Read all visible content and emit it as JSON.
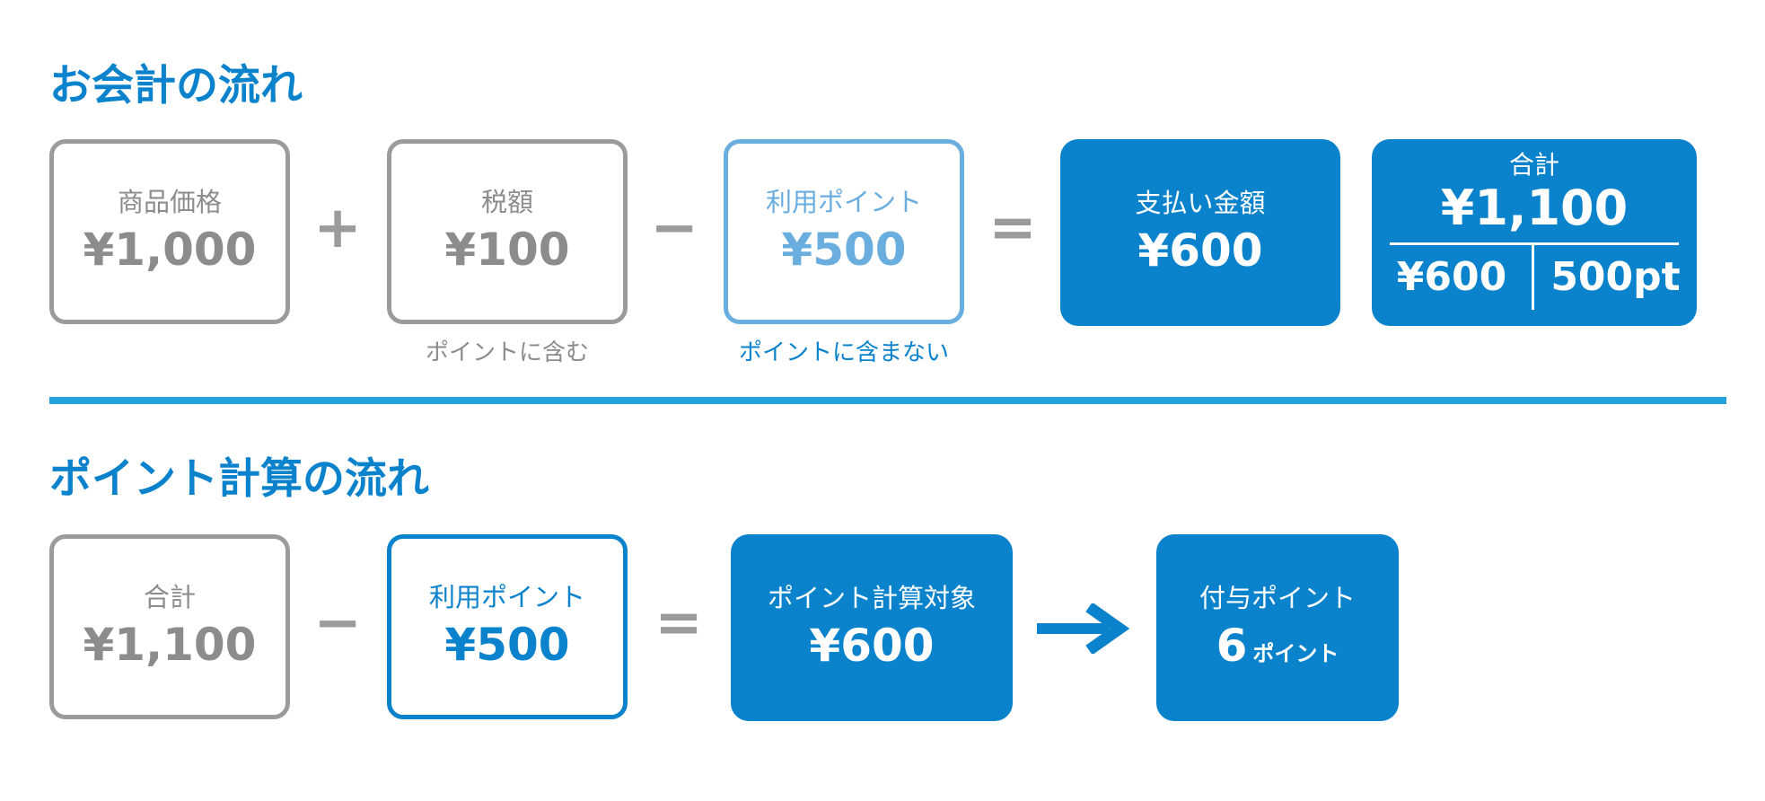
{
  "colors": {
    "primary_blue": "#0a82cc",
    "light_blue": "#6aaee0",
    "gray": "#9b9b9b",
    "divider": "#22a3de"
  },
  "section1": {
    "title": "お会計の流れ",
    "box1": {
      "label": "商品価格",
      "value": "¥1,000"
    },
    "op1": "+",
    "box2": {
      "label": "税額",
      "value": "¥100",
      "note": "ポイントに含む"
    },
    "op2": "−",
    "box3": {
      "label": "利用ポイント",
      "value": "¥500",
      "note": "ポイントに含まない"
    },
    "op3": "=",
    "box4": {
      "label": "支払い金額",
      "value": "¥600"
    },
    "box5": {
      "label": "合計",
      "value": "¥1,100",
      "split_left": "¥600",
      "split_right": "500pt"
    }
  },
  "section2": {
    "title": "ポイント計算の流れ",
    "box1": {
      "label": "合計",
      "value": "¥1,100"
    },
    "op1": "−",
    "box2": {
      "label": "利用ポイント",
      "value": "¥500"
    },
    "op2": "=",
    "box3": {
      "label": "ポイント計算対象",
      "value": "¥600"
    },
    "arrow_icon": "arrow-right-icon",
    "box4": {
      "label": "付与ポイント",
      "value_number": "6",
      "value_unit": "ポイント"
    }
  }
}
